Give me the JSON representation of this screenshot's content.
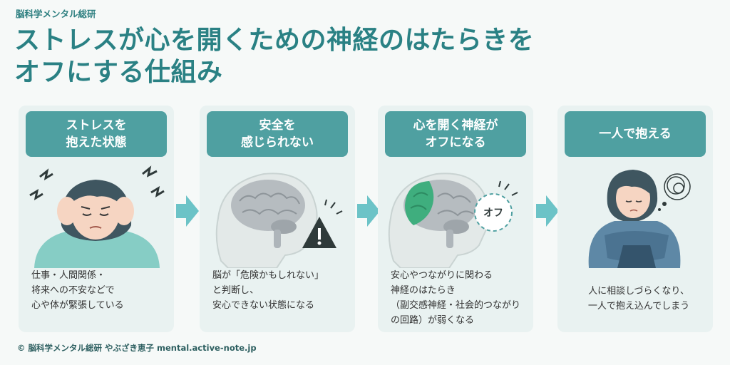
{
  "brand": "脳科学メンタル総研",
  "title": {
    "line1": "ストレスが心を開くための神経のはたらきを",
    "line2": "オフにする仕組み"
  },
  "cards": [
    {
      "heading": [
        "ストレスを",
        "抱えた状態"
      ],
      "body": [
        "仕事・人間関係・",
        "将来への不安などで",
        "心や体が緊張している"
      ],
      "icon": "stressed-woman-icon"
    },
    {
      "heading": [
        "安全を",
        "感じられない"
      ],
      "body": [
        "脳が「危険かもしれない」",
        "と判断し、",
        "安心できない状態になる"
      ],
      "icon": "brain-warning-icon"
    },
    {
      "heading": [
        "心を開く神経が",
        "オフになる"
      ],
      "body": [
        "安心やつながりに関わる",
        "神経のはたらき",
        "（副交感神経・社会的つながり",
        "の回路）が弱くなる"
      ],
      "icon": "brain-off-icon",
      "badge": "オフ"
    },
    {
      "heading": [
        "一人で抱える"
      ],
      "body": [
        "人に相談しづらくなり、",
        "一人で抱え込んでしまう"
      ],
      "icon": "withdrawn-woman-icon"
    }
  ],
  "footer": "©  脳科学メンタル総研  やぶざき恵子  mental.active-note.jp",
  "colors": {
    "accent": "#2a8184",
    "card_head": "#4fa0a1",
    "card_bg": "#e9f2f1",
    "arrow": "#6cc3c7",
    "brain_active": "#3fae7e"
  }
}
